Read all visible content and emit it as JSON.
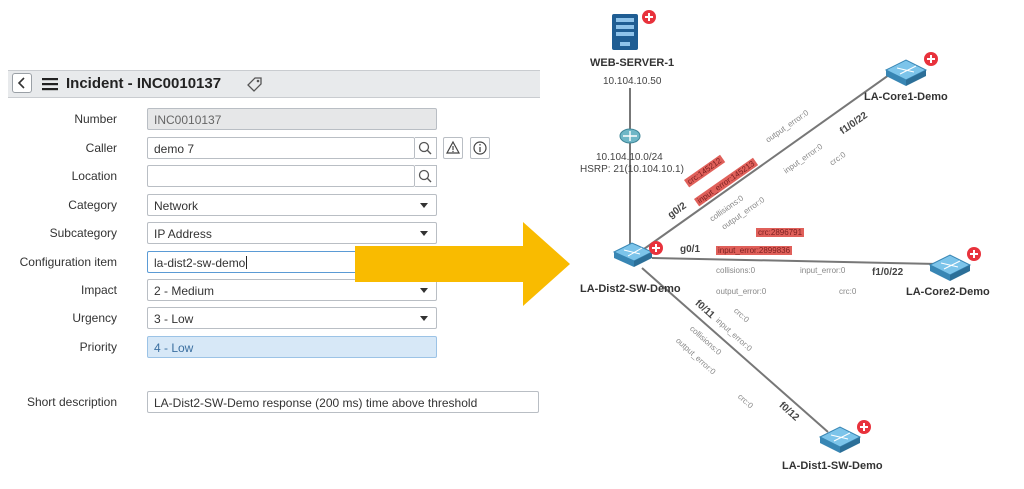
{
  "incident": {
    "title": "Incident - INC0010137",
    "fields": {
      "number": {
        "label": "Number",
        "value": "INC0010137"
      },
      "caller": {
        "label": "Caller",
        "value": "demo 7"
      },
      "location": {
        "label": "Location",
        "value": ""
      },
      "category": {
        "label": "Category",
        "value": "Network"
      },
      "subcategory": {
        "label": "Subcategory",
        "value": "IP Address"
      },
      "config_item": {
        "label": "Configuration item",
        "value": "la-dist2-sw-demo"
      },
      "impact": {
        "label": "Impact",
        "value": "2 - Medium"
      },
      "urgency": {
        "label": "Urgency",
        "value": "3 - Low"
      },
      "priority": {
        "label": "Priority",
        "value": "4 - Low"
      },
      "short_description": {
        "label": "Short description",
        "value": "LA-Dist2-SW-Demo response (200 ms) time above threshold"
      }
    }
  },
  "topology": {
    "web_server": {
      "name": "WEB-SERVER-1",
      "ip": "10.104.10.50"
    },
    "subnet": {
      "network": "10.104.10.0/24",
      "hsrp": "HSRP: 21(10.104.10.1)"
    },
    "core1": {
      "name": "LA-Core1-Demo"
    },
    "core2": {
      "name": "LA-Core2-Demo"
    },
    "dist2": {
      "name": "LA-Dist2-SW-Demo"
    },
    "dist1": {
      "name": "LA-Dist1-SW-Demo"
    },
    "link_core1": {
      "port_dist": "g0/2",
      "port_core": "f1/0/22",
      "crc_alert": "crc:145212",
      "input_alert": "input_error:145213",
      "collisions": "collisions:0",
      "output_error_dist": "output_error:0",
      "output_error_core": "output_error:0",
      "input_error": "input_error:0",
      "crc": "crc:0"
    },
    "link_core2": {
      "port_dist": "g0/1",
      "port_core": "f1/0/22",
      "crc_alert": "crc:2896791",
      "input_alert": "input_error:2899836",
      "collisions": "collisions:0",
      "output_error": "output_error:0",
      "crc_dist": "crc:0",
      "input_error": "input_error:0",
      "crc_core": "crc:0"
    },
    "link_dist1": {
      "port_dist2": "f0/11",
      "port_dist1": "f0/12",
      "input_error": "input_error:0",
      "collisions": "collisions:0",
      "output_error": "output_error:0",
      "crc": "crc:0"
    }
  },
  "colors": {
    "arrow": "#f9bb00",
    "alert": "#e0605a",
    "link": "#777777",
    "switch": "#5aa9d6",
    "badge": "#e8323c"
  }
}
